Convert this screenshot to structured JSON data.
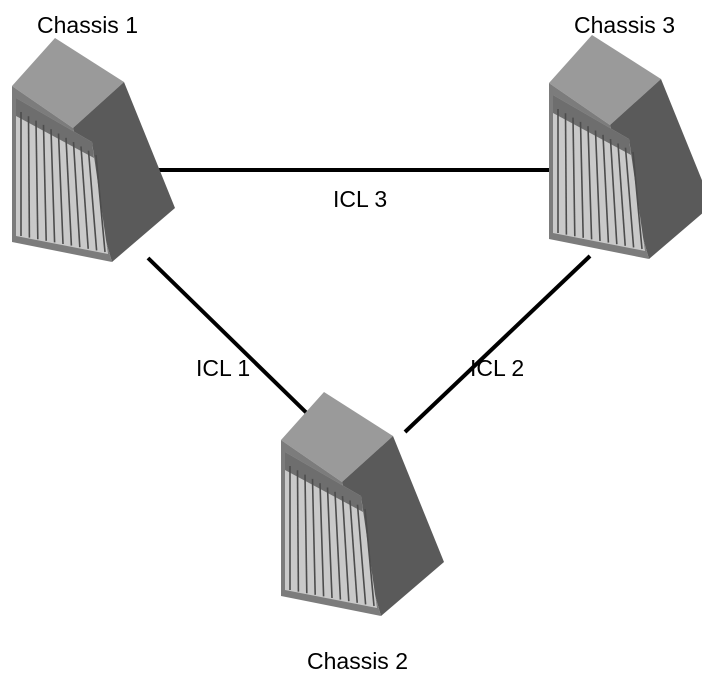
{
  "nodes": [
    {
      "id": "c1",
      "label": "Chassis 1"
    },
    {
      "id": "c2",
      "label": "Chassis 2"
    },
    {
      "id": "c3",
      "label": "Chassis 3"
    }
  ],
  "links": [
    {
      "id": "icl1",
      "label": "ICL 1",
      "from": "c1",
      "to": "c2"
    },
    {
      "id": "icl2",
      "label": "ICL 2",
      "from": "c2",
      "to": "c3"
    },
    {
      "id": "icl3",
      "label": "ICL 3",
      "from": "c1",
      "to": "c3"
    }
  ],
  "colors": {
    "link": "#000000",
    "chassis_top": "#9a9a9a",
    "chassis_front": "#7c7c7c",
    "chassis_side": "#5a5a5a",
    "front_panel": "#c9c9c9",
    "panel_header": "#6e6e6e",
    "slot_line": "#4c4c4c"
  }
}
